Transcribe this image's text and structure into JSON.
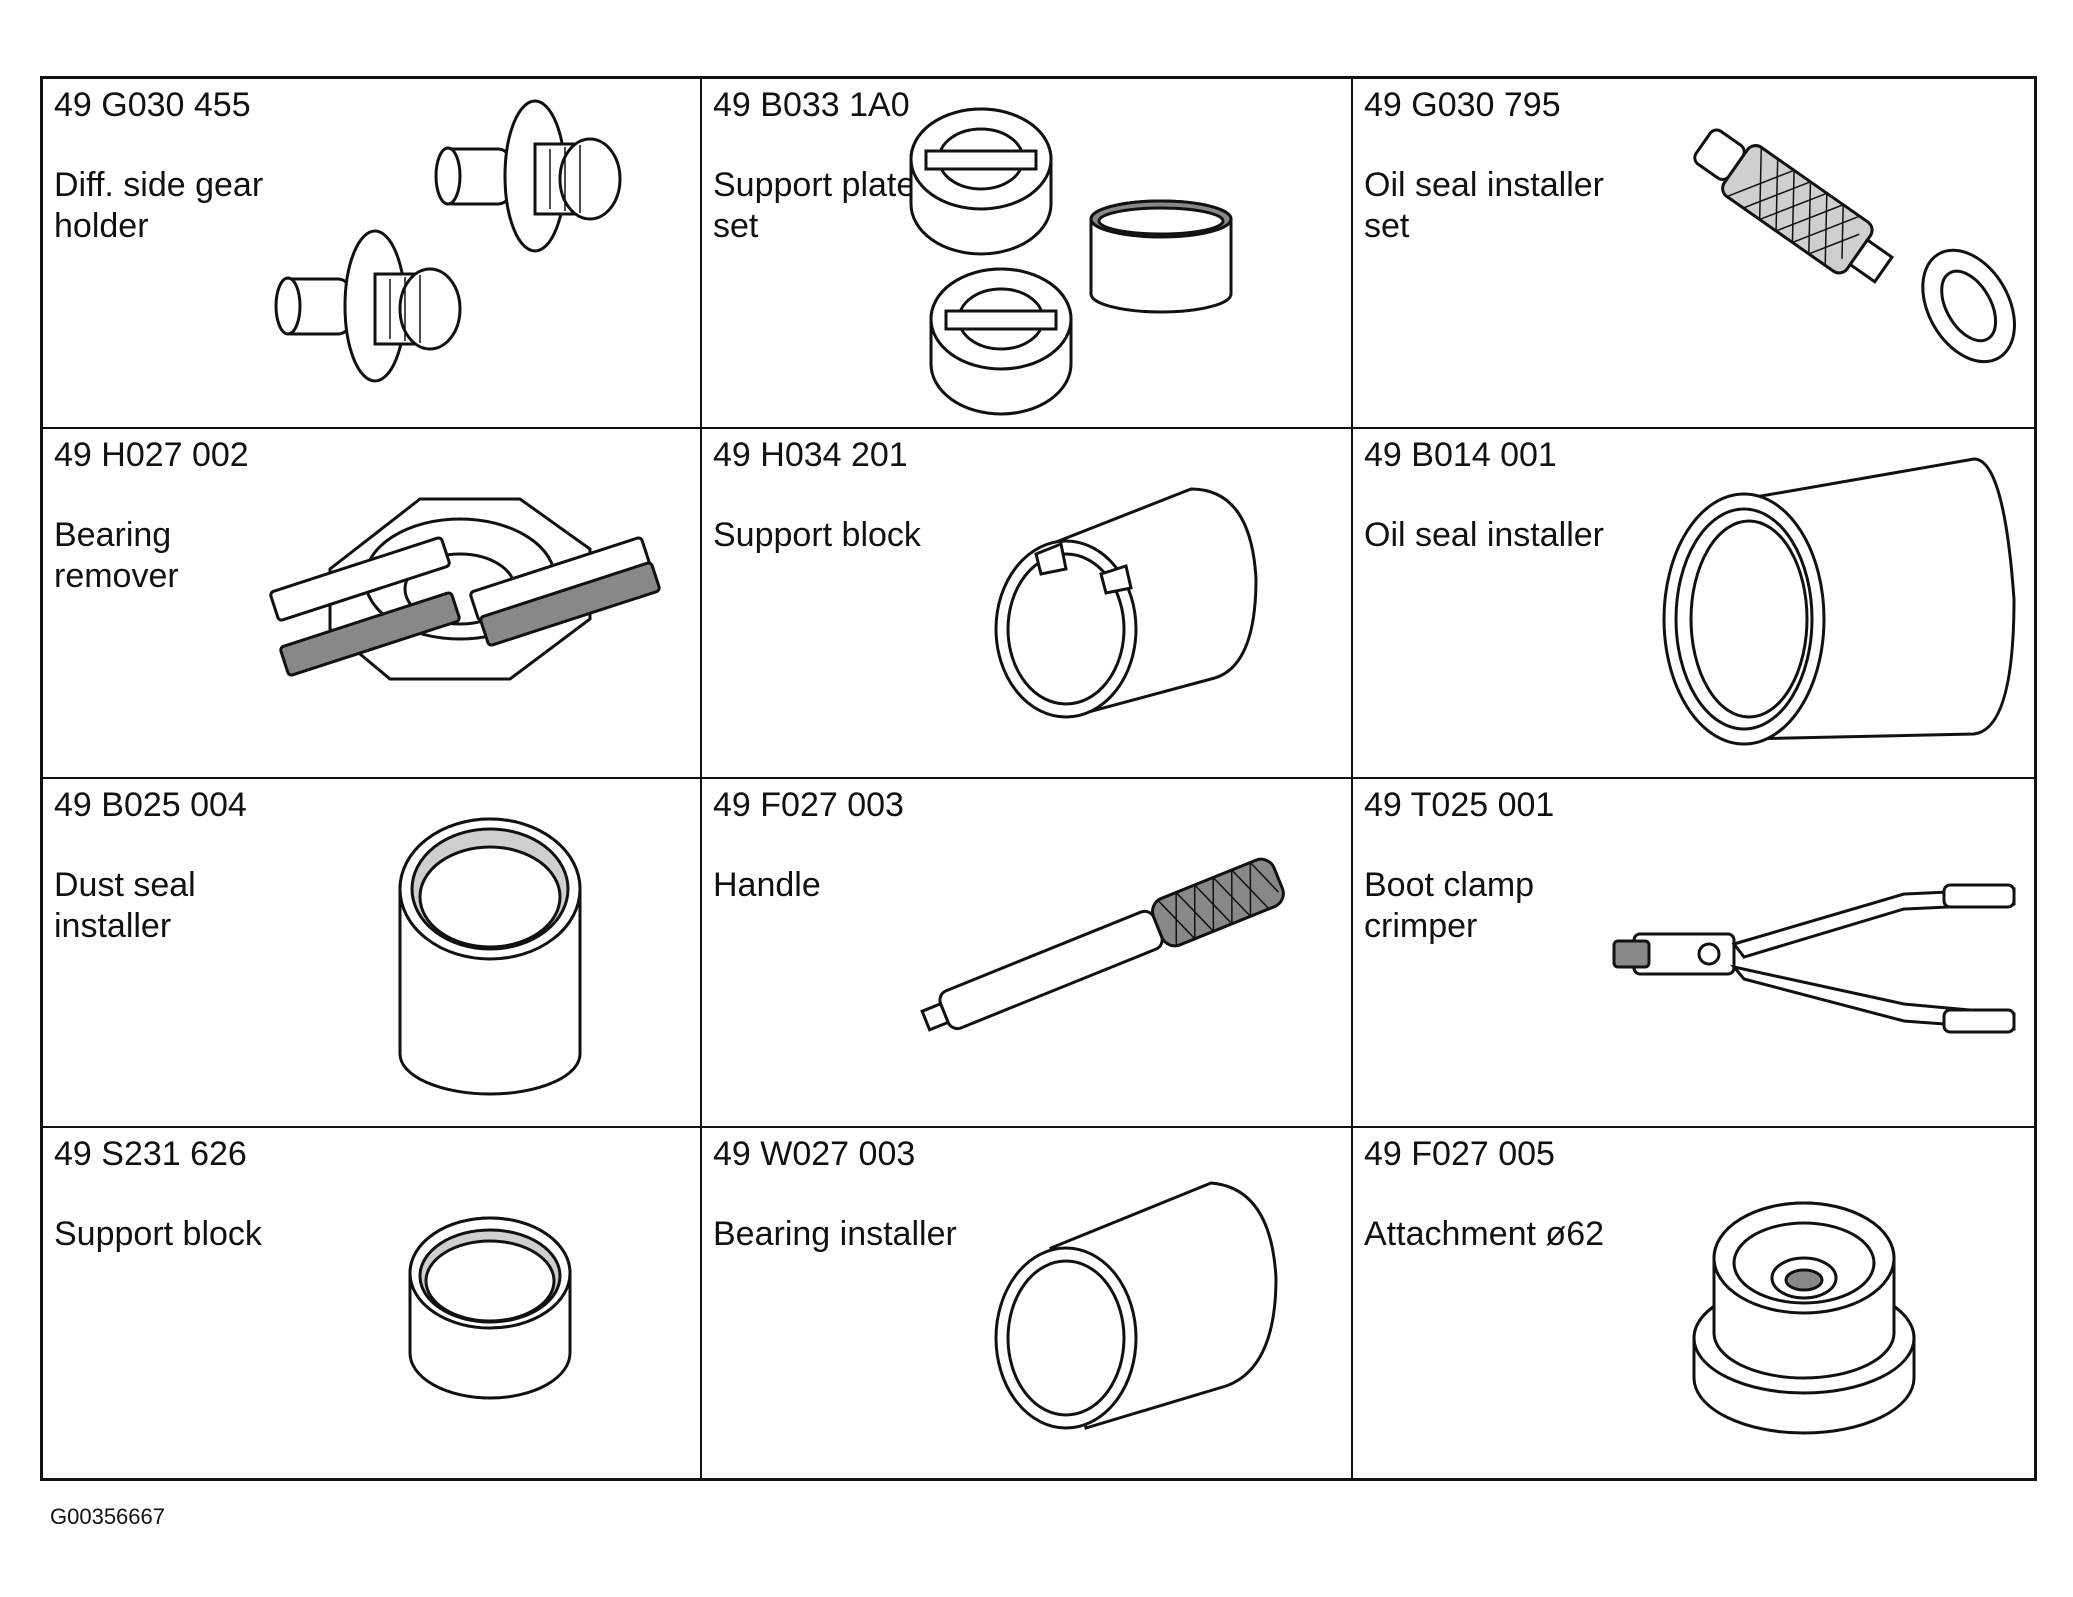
{
  "tools": [
    {
      "code": "49 G030 455",
      "name": "Diff. side gear\nholder",
      "icon": "diff-side-gear-holder-icon"
    },
    {
      "code": "49 B033 1A0",
      "name": "Support plate\nset",
      "icon": "support-plate-set-icon"
    },
    {
      "code": "49 G030 795",
      "name": "Oil seal installer\nset",
      "icon": "oil-seal-installer-set-icon"
    },
    {
      "code": "49 H027 002",
      "name": "Bearing\nremover",
      "icon": "bearing-remover-icon"
    },
    {
      "code": "49 H034 201",
      "name": "Support block",
      "icon": "support-block-icon"
    },
    {
      "code": "49 B014 001",
      "name": "Oil seal installer",
      "icon": "oil-seal-installer-icon"
    },
    {
      "code": "49 B025 004",
      "name": "Dust seal\ninstaller",
      "icon": "dust-seal-installer-icon"
    },
    {
      "code": "49 F027 003",
      "name": "Handle",
      "icon": "handle-icon"
    },
    {
      "code": "49 T025 001",
      "name": "Boot clamp\ncrimper",
      "icon": "boot-clamp-crimper-icon"
    },
    {
      "code": "49 S231 626",
      "name": "Support block",
      "icon": "support-ring-icon"
    },
    {
      "code": "49 W027 003",
      "name": "Bearing installer",
      "icon": "bearing-installer-icon"
    },
    {
      "code": "49 F027 005",
      "name": "Attachment ø62",
      "icon": "attachment-icon"
    }
  ],
  "figure_id": "G00356667"
}
